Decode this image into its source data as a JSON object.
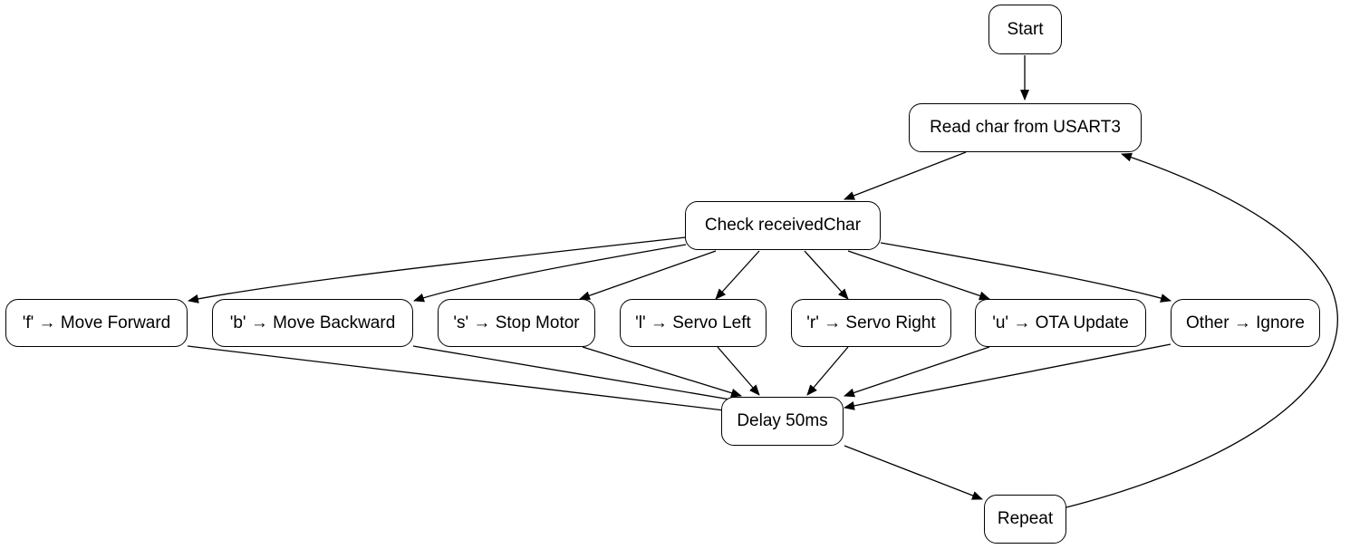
{
  "diagram": {
    "nodes": {
      "start": "Start",
      "read": "Read char from USART3",
      "check": "Check receivedChar",
      "forward": "'f' → Move Forward",
      "backward": "'b' → Move Backward",
      "stop": "'s' → Stop Motor",
      "left": "'l' → Servo Left",
      "right": "'r' → Servo Right",
      "ota": "'u' → OTA Update",
      "other": "Other → Ignore",
      "delay": "Delay 50ms",
      "repeat": "Repeat"
    },
    "edges": [
      [
        "start",
        "read"
      ],
      [
        "read",
        "check"
      ],
      [
        "check",
        "forward"
      ],
      [
        "check",
        "backward"
      ],
      [
        "check",
        "stop"
      ],
      [
        "check",
        "left"
      ],
      [
        "check",
        "right"
      ],
      [
        "check",
        "ota"
      ],
      [
        "check",
        "other"
      ],
      [
        "forward",
        "delay"
      ],
      [
        "backward",
        "delay"
      ],
      [
        "stop",
        "delay"
      ],
      [
        "left",
        "delay"
      ],
      [
        "right",
        "delay"
      ],
      [
        "ota",
        "delay"
      ],
      [
        "other",
        "delay"
      ],
      [
        "delay",
        "repeat"
      ],
      [
        "repeat",
        "read"
      ]
    ]
  }
}
